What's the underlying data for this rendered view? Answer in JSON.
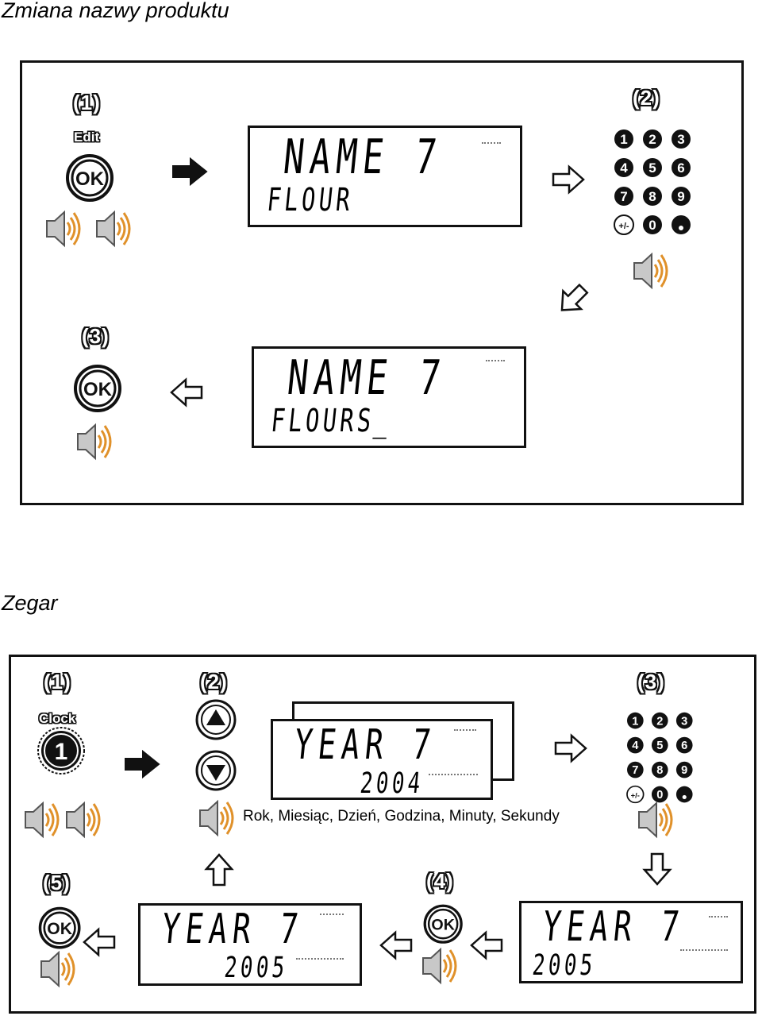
{
  "section1": {
    "title": "Zmiana nazwy produktu",
    "steps": [
      "(1)",
      "(2)",
      "(3)"
    ],
    "edit_label": "Edit",
    "display_a": {
      "line1": "NAME 7",
      "line2": "FLOUR"
    },
    "display_b": {
      "line1": "NAME 7",
      "line2": "FLOURS_"
    }
  },
  "section2": {
    "title": "Zegar",
    "steps": [
      "(1)",
      "(2)",
      "(3)",
      "(4)",
      "(5)"
    ],
    "clock_label": "Clock",
    "caption": "Rok, Miesiąc, Dzień, Godzina, Minuty, Sekundy",
    "display_top": {
      "line1": "YEAR 7",
      "line2": "2004"
    },
    "display_right": {
      "line1": "YEAR 7",
      "line2": "2005"
    },
    "display_left": {
      "line1": "YEAR 7",
      "line2": "2005"
    }
  },
  "keypad": [
    "1",
    "2",
    "3",
    "4",
    "5",
    "6",
    "7",
    "8",
    "9",
    "+/-",
    "0",
    "."
  ],
  "icons": [
    "ok-button-icon",
    "speaker-icon",
    "keypad-icon",
    "arrow-icon",
    "up-key-icon",
    "down-key-icon",
    "clock-key-icon"
  ]
}
